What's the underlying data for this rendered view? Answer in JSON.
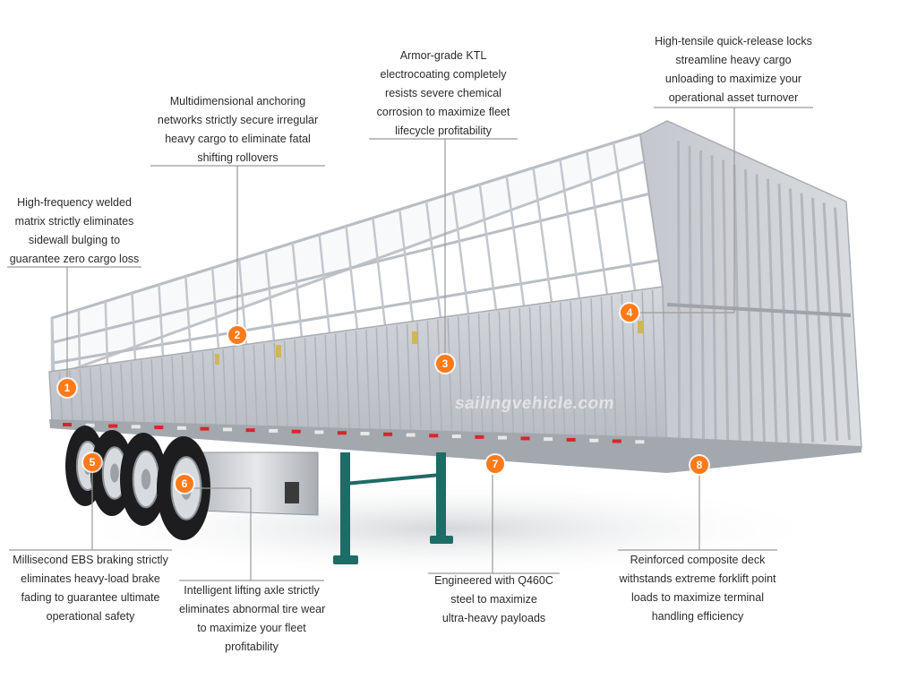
{
  "callouts": [
    {
      "id": "1",
      "lines": [
        "High-frequency welded",
        "matrix strictly eliminates",
        "sidewall bulging to",
        "guarantee zero cargo loss"
      ]
    },
    {
      "id": "2",
      "lines": [
        "Multidimensional anchoring",
        "networks strictly secure irregular",
        "heavy cargo to eliminate fatal",
        "shifting rollovers"
      ]
    },
    {
      "id": "3",
      "lines": [
        "Armor-grade KTL",
        "electrocoating completely",
        "resists severe chemical",
        "corrosion to maximize fleet",
        "lifecycle profitability"
      ]
    },
    {
      "id": "4",
      "lines": [
        "High-tensile quick-release locks",
        "streamline heavy cargo",
        "unloading to maximize your",
        "operational asset turnover"
      ]
    },
    {
      "id": "5",
      "lines": [
        "Millisecond EBS braking strictly",
        "eliminates heavy-load brake",
        "fading to guarantee ultimate",
        "operational safety"
      ]
    },
    {
      "id": "6",
      "lines": [
        "Intelligent lifting axle strictly",
        "eliminates abnormal tire wear",
        "to maximize your fleet",
        "profitability"
      ]
    },
    {
      "id": "7",
      "lines": [
        "Engineered with Q460C",
        "steel to maximize",
        "ultra-heavy payloads"
      ]
    },
    {
      "id": "8",
      "lines": [
        "Reinforced composite deck",
        "withstands extreme forklift point",
        "loads to maximize terminal",
        "handling efficiency"
      ]
    }
  ],
  "watermark": "sailingvehicle.com",
  "colors": {
    "marker": "#ff7a1a",
    "trailer_body": "#c9ccd2",
    "trailer_shadow": "#9ea3ab",
    "landing_gear": "#1f6b66",
    "leader_line": "#9a9a9a",
    "text": "#2b2b2b"
  }
}
